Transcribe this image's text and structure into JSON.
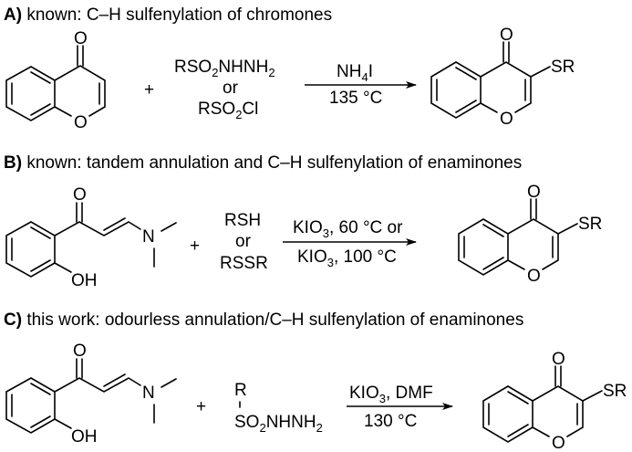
{
  "figure": "reaction-scheme",
  "sections": [
    {
      "letter": "A)",
      "caption": " known: C–H sulfenylation of chromones",
      "substrate": {
        "name": "chromone",
        "atoms": {
          "carbonyl_O": "O",
          "ring_O": "O"
        }
      },
      "plus": "+",
      "reagent_lines": [
        {
          "main": "RSO",
          "sub": "2",
          "rest": "NHNH",
          "sub2": "2"
        },
        {
          "main": "or"
        },
        {
          "main": "RSO",
          "sub": "2",
          "rest": "Cl"
        }
      ],
      "conditions_above": {
        "main": "NH",
        "sub": "4",
        "rest": "I"
      },
      "conditions_below": "135 °C",
      "product": {
        "name": "3-sulfenylchromone",
        "atoms": {
          "carbonyl_O": "O",
          "ring_O": "O",
          "substituent": "SR"
        }
      }
    },
    {
      "letter": "B)",
      "caption": " known: tandem annulation and C–H sulfenylation of enaminones",
      "substrate": {
        "name": "o-hydroxyphenyl enaminone",
        "atoms": {
          "carbonyl_O": "O",
          "N": "N",
          "OH": "OH"
        }
      },
      "plus": "+",
      "reagent_lines": [
        {
          "main": "RSH"
        },
        {
          "main": "or"
        },
        {
          "main": "RSSR"
        }
      ],
      "conditions_above": {
        "main": "KIO",
        "sub": "3",
        "rest": ", 60 °C or"
      },
      "conditions_below": {
        "main": "KIO",
        "sub": "3",
        "rest": ", 100 °C"
      },
      "product": {
        "name": "3-sulfenylchromone",
        "atoms": {
          "carbonyl_O": "O",
          "ring_O": "O",
          "substituent": "SR"
        }
      }
    },
    {
      "letter": "C)",
      "caption": " this work: odourless annulation/C–H sulfenylation of enaminones",
      "substrate": {
        "name": "o-hydroxyphenyl enaminone",
        "atoms": {
          "carbonyl_O": "O",
          "N": "N",
          "OH": "OH"
        }
      },
      "plus": "+",
      "reagent": {
        "R": "R",
        "main": "SO",
        "sub": "2",
        "rest": "NHNH",
        "sub2": "2"
      },
      "conditions_above": {
        "main": "KIO",
        "sub": "3",
        "rest": ", DMF"
      },
      "conditions_below": "130 °C",
      "product": {
        "name": "3-sulfenylchromone",
        "atoms": {
          "carbonyl_O": "O",
          "ring_O": "O",
          "substituent": "SR"
        }
      }
    }
  ]
}
